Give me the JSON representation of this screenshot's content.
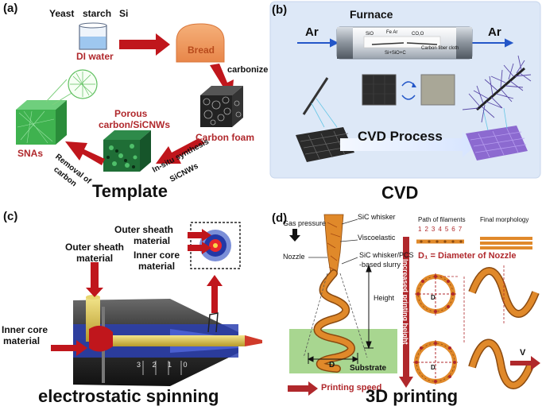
{
  "panel_a": {
    "label": "(a)",
    "yeast": "Yeast",
    "starch": "starch",
    "si": "Si",
    "water": "DI water",
    "bread": "Bread",
    "carbonize": "carbonize",
    "foam": "Carbon foam",
    "insitu_1": "In-situ synthesis",
    "insitu_2": "SiCNWs",
    "porous_1": "Porous",
    "porous_2": "carbon/SiCNWs",
    "removal_1": "Removal of",
    "removal_2": "carbon",
    "snas": "SNAs",
    "title": "Template"
  },
  "panel_b": {
    "label": "(b)",
    "furnace": "Furnace",
    "ar_left": "Ar",
    "ar_right": "Ar",
    "tube_l1": "SiO",
    "tube_l2": "Fe Ar",
    "tube_l3": "CO,O",
    "tube_l4": "Si+SiO",
    "tube_l4b": "+C",
    "tube_cloth": "Carbon fiber cloth",
    "process": "CVD Process",
    "title": "CVD"
  },
  "panel_c": {
    "label": "(c)",
    "outer_1": "Outer sheath",
    "outer_2": "material",
    "inner_1": "Inner core",
    "inner_2": "material",
    "outer_b1": "Outer sheath",
    "outer_b2": "material",
    "inner_b1": "Inner core",
    "inner_b2": "material",
    "scale": "3 2 1 0",
    "title": "electrostatic spinning"
  },
  "panel_d": {
    "label": "(d)",
    "gas": "Gas pressure",
    "whisker": "SiC whisker",
    "visco": "Viscoelastic",
    "nozzle": "Nozzle",
    "slurry_1": "SiC whisker/PCS",
    "slurry_2": "-based slurry",
    "height": "Height",
    "path": "Path of filaments",
    "final": "Final morphology",
    "nums": [
      "1",
      "2",
      "3",
      "4",
      "5",
      "6",
      "7"
    ],
    "d1_eq": "D₁ = Diameter of Nozzle",
    "vertical": "Increased printing height",
    "d_label": "D",
    "substrate": "Substrate",
    "speed": "Printing speed",
    "d2": "D",
    "d3": "D",
    "v0": "V",
    "title": "3D printing"
  },
  "colors": {
    "red_arrow": "#c0161c",
    "dark_red_text": "#a3262a",
    "orange": "#e0892a",
    "green_pad": "#a8d690",
    "purple": "#8c6ad0",
    "blue_sheath": "#2338a6"
  }
}
